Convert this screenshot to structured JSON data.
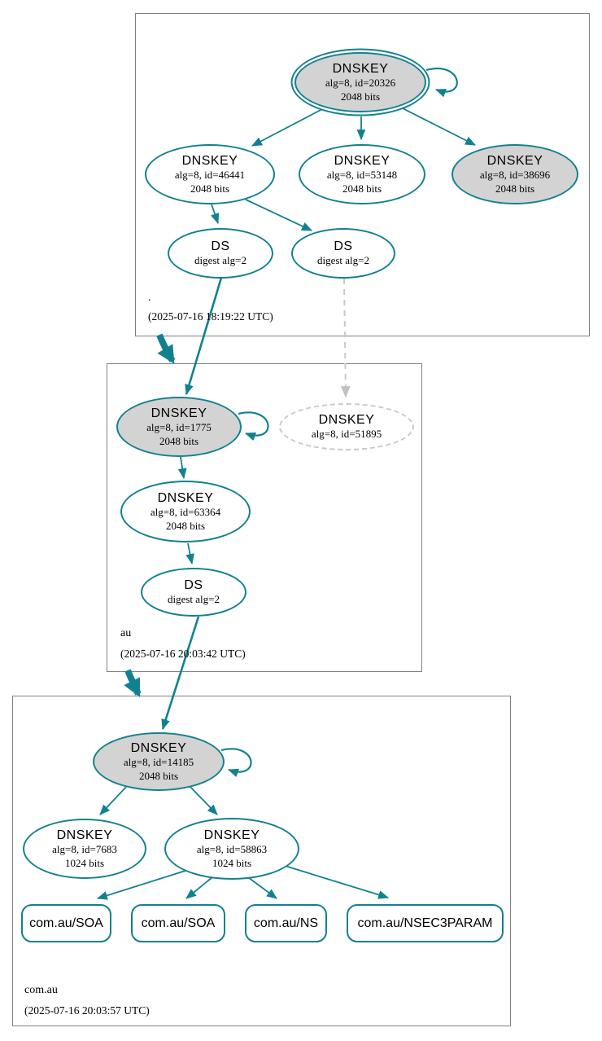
{
  "colors": {
    "accent_teal": "#12818F",
    "ksk_fill_gray": "#D3D3D3",
    "node_fill": "#FFFFFF",
    "box_border_gray": "#808080",
    "dashed_gray": "#C9C9C9",
    "text": "#000000",
    "background": "#FFFFFF"
  },
  "zones": [
    {
      "label": ".",
      "timestamp": "(2025-07-16 18:19:22 UTC)",
      "nodes": {
        "ksk": {
          "title": "DNSKEY",
          "detail": "alg=8, id=20326",
          "bits": "2048 bits"
        },
        "zsk1": {
          "title": "DNSKEY",
          "detail": "alg=8, id=46441",
          "bits": "2048 bits"
        },
        "zsk2": {
          "title": "DNSKEY",
          "detail": "alg=8, id=53148",
          "bits": "2048 bits"
        },
        "zsk3": {
          "title": "DNSKEY",
          "detail": "alg=8, id=38696",
          "bits": "2048 bits"
        },
        "ds1": {
          "title": "DS",
          "detail": "digest alg=2"
        },
        "ds2": {
          "title": "DS",
          "detail": "digest alg=2"
        }
      }
    },
    {
      "label": "au",
      "timestamp": "(2025-07-16 20:03:42 UTC)",
      "nodes": {
        "ksk": {
          "title": "DNSKEY",
          "detail": "alg=8, id=1775",
          "bits": "2048 bits"
        },
        "missing": {
          "title": "DNSKEY",
          "detail": "alg=8, id=51895"
        },
        "zsk": {
          "title": "DNSKEY",
          "detail": "alg=8, id=63364",
          "bits": "2048 bits"
        },
        "ds": {
          "title": "DS",
          "detail": "digest alg=2"
        }
      }
    },
    {
      "label": "com.au",
      "timestamp": "(2025-07-16 20:03:57 UTC)",
      "nodes": {
        "ksk": {
          "title": "DNSKEY",
          "detail": "alg=8, id=14185",
          "bits": "2048 bits"
        },
        "zsk1": {
          "title": "DNSKEY",
          "detail": "alg=8, id=7683",
          "bits": "1024 bits"
        },
        "zsk2": {
          "title": "DNSKEY",
          "detail": "alg=8, id=58863",
          "bits": "1024 bits"
        },
        "rrset1": {
          "label": "com.au/SOA"
        },
        "rrset2": {
          "label": "com.au/SOA"
        },
        "rrset3": {
          "label": "com.au/NS"
        },
        "rrset4": {
          "label": "com.au/NSEC3PARAM"
        }
      }
    }
  ]
}
